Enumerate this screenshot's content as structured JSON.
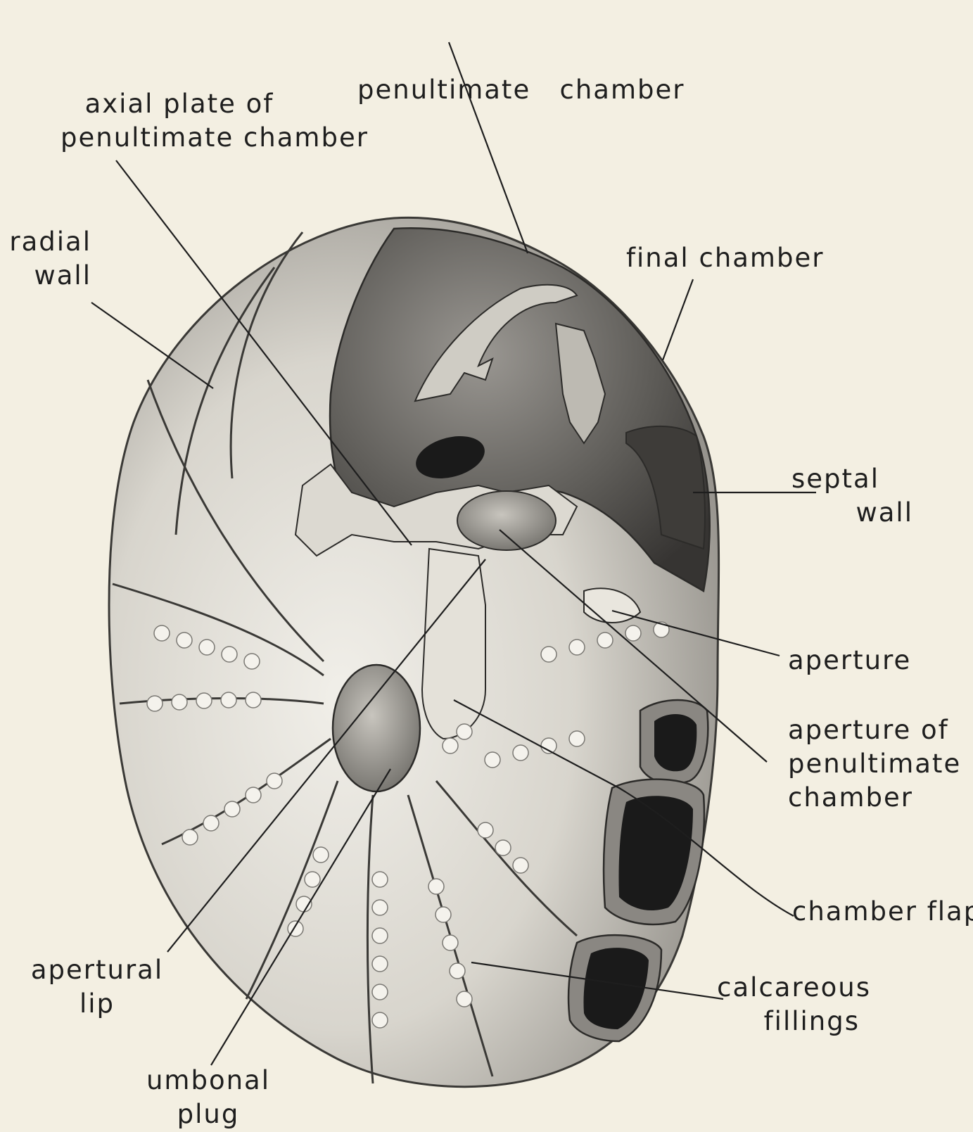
{
  "labels": {
    "penultimate_chamber": "penultimate   chamber",
    "axial_plate": [
      "axial plate of",
      "penultimate chamber"
    ],
    "radial_wall": [
      "radial",
      "wall"
    ],
    "final_chamber": "final chamber",
    "septal_wall": [
      "septal",
      "wall"
    ],
    "aperture": "aperture",
    "aperture_penultimate": [
      "aperture of",
      "penultimate",
      "chamber"
    ],
    "chamber_flap": "chamber flap",
    "calcareous_fillings": [
      "calcareous",
      "fillings"
    ],
    "apertural_lip": [
      "apertural",
      "lip"
    ],
    "umbonal_plug": [
      "umbonal",
      "plug"
    ]
  },
  "colors": {
    "paper": "#f3efe2",
    "ink": "#1e1e1e",
    "shell_light": "#e6e3da",
    "shell_mid": "#b7b4ac",
    "shell_dark": "#555350",
    "cavity": "#1a1a1a"
  }
}
